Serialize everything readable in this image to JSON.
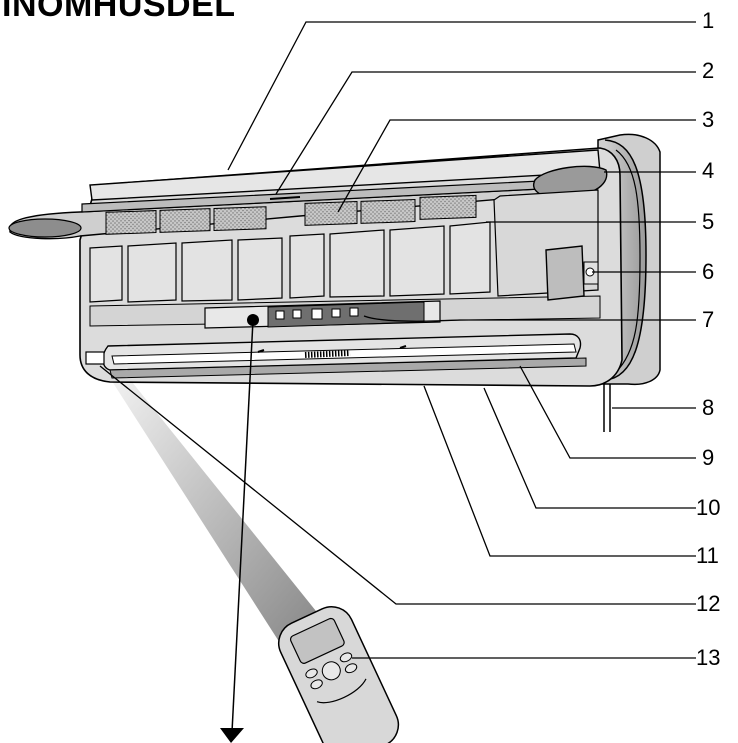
{
  "header": {
    "title": "INOMHUSDEL"
  },
  "callouts": [
    {
      "id": "1",
      "label": "1"
    },
    {
      "id": "2",
      "label": "2"
    },
    {
      "id": "3",
      "label": "3"
    },
    {
      "id": "4",
      "label": "4"
    },
    {
      "id": "5",
      "label": "5"
    },
    {
      "id": "6",
      "label": "6"
    },
    {
      "id": "7",
      "label": "7"
    },
    {
      "id": "8",
      "label": "8"
    },
    {
      "id": "9",
      "label": "9"
    },
    {
      "id": "10",
      "label": "10"
    },
    {
      "id": "11",
      "label": "11"
    },
    {
      "id": "12",
      "label": "12"
    },
    {
      "id": "13",
      "label": "13"
    }
  ]
}
